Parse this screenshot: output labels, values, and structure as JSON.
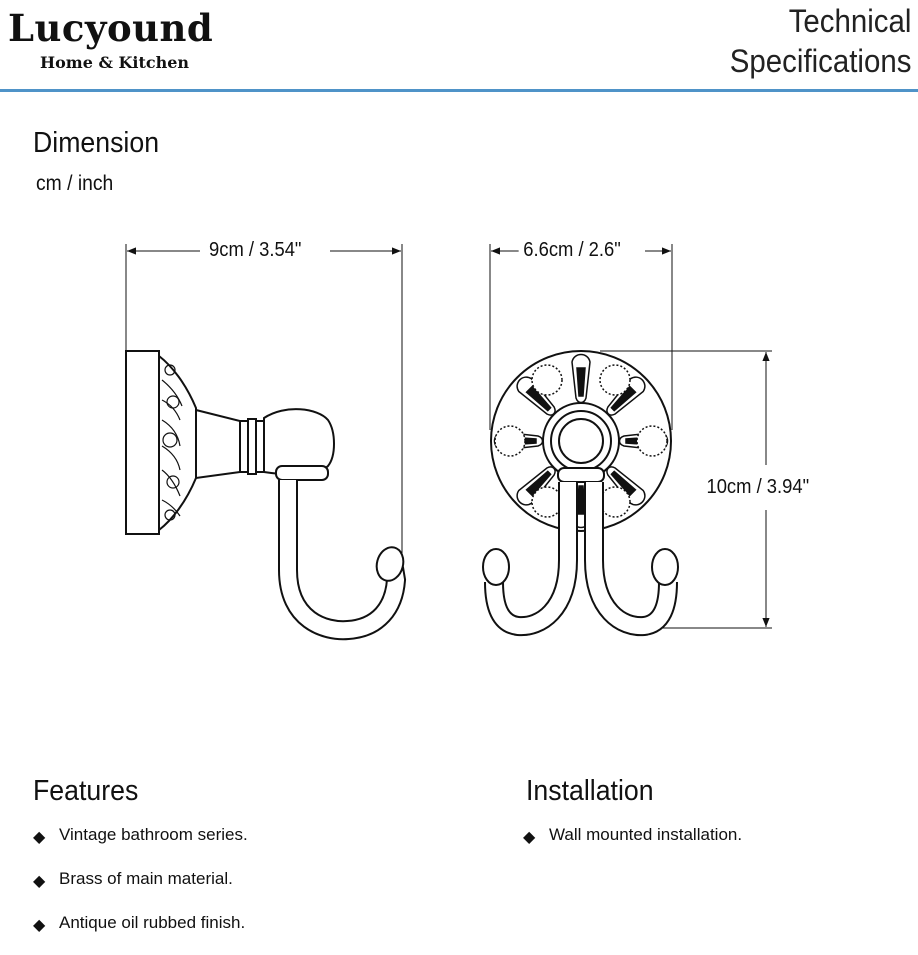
{
  "header": {
    "brand_name": "Lucyound",
    "brand_tagline": "Home & Kitchen",
    "title_line1": "Technical",
    "title_line2": "Specifications"
  },
  "dimension": {
    "heading": "Dimension",
    "units": "cm / inch",
    "side_width_label": "9cm / 3.54\"",
    "front_width_label": "6.6cm / 2.6\"",
    "height_label": "10cm / 3.94\""
  },
  "features": {
    "heading": "Features",
    "items": [
      "Vintage bathroom series.",
      "Brass of main material.",
      "Antique oil rubbed finish."
    ]
  },
  "installation": {
    "heading": "Installation",
    "items": [
      "Wall mounted installation."
    ]
  },
  "icons": {
    "bullet": "diamond-bullet-icon"
  },
  "colors": {
    "accent_rule": "#4f93c8",
    "text": "#111111"
  }
}
